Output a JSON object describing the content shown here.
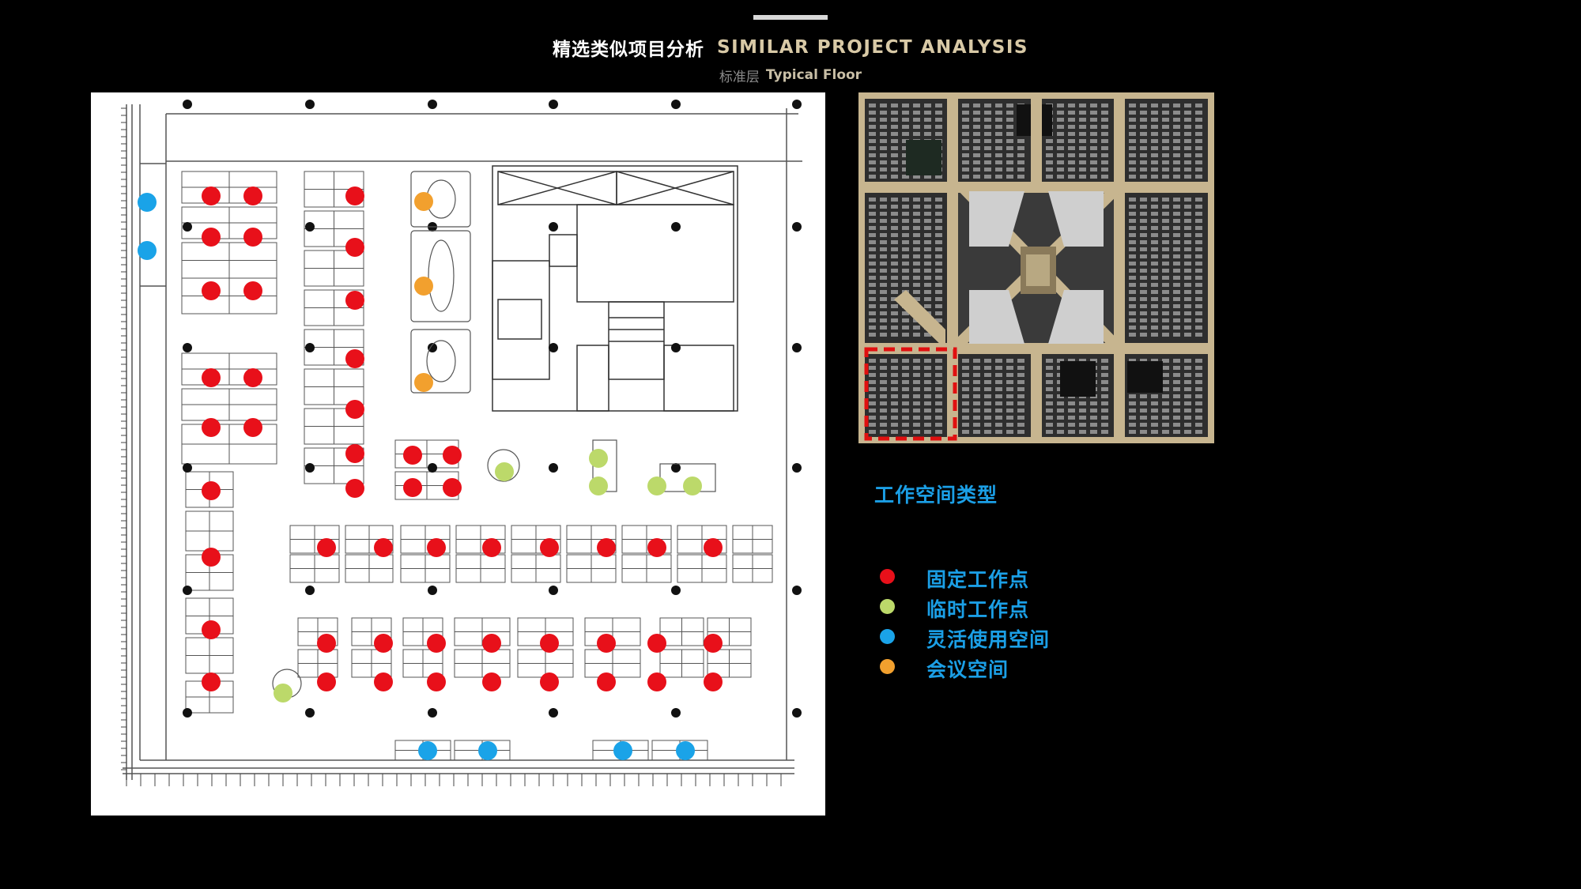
{
  "header": {
    "title_cn": "精选类似项目分析",
    "title_en": "SIMILAR PROJECT ANALYSIS",
    "subtitle_cn": "标准层",
    "subtitle_en": "Typical Floor"
  },
  "plan": {
    "icon": "floor-plan-drawing"
  },
  "site_map": {
    "icon": "site-plan-map",
    "highlight_color": "#e01010"
  },
  "legend": {
    "title": "工作空间类型",
    "items": [
      {
        "label": "固定工作点",
        "color": "#e8101a"
      },
      {
        "label": "临时工作点",
        "color": "#bcd96a"
      },
      {
        "label": "灵活使用空间",
        "color": "#1aa3e8"
      },
      {
        "label": "会议空间",
        "color": "#f2a02e"
      }
    ]
  },
  "colors": {
    "background": "#000000",
    "accent_blue": "#1b9fe6",
    "title_gold": "#d8c9a6",
    "fixed": "#e8101a",
    "temporary": "#bcd96a",
    "flexible": "#1aa3e8",
    "meeting": "#f2a02e"
  }
}
